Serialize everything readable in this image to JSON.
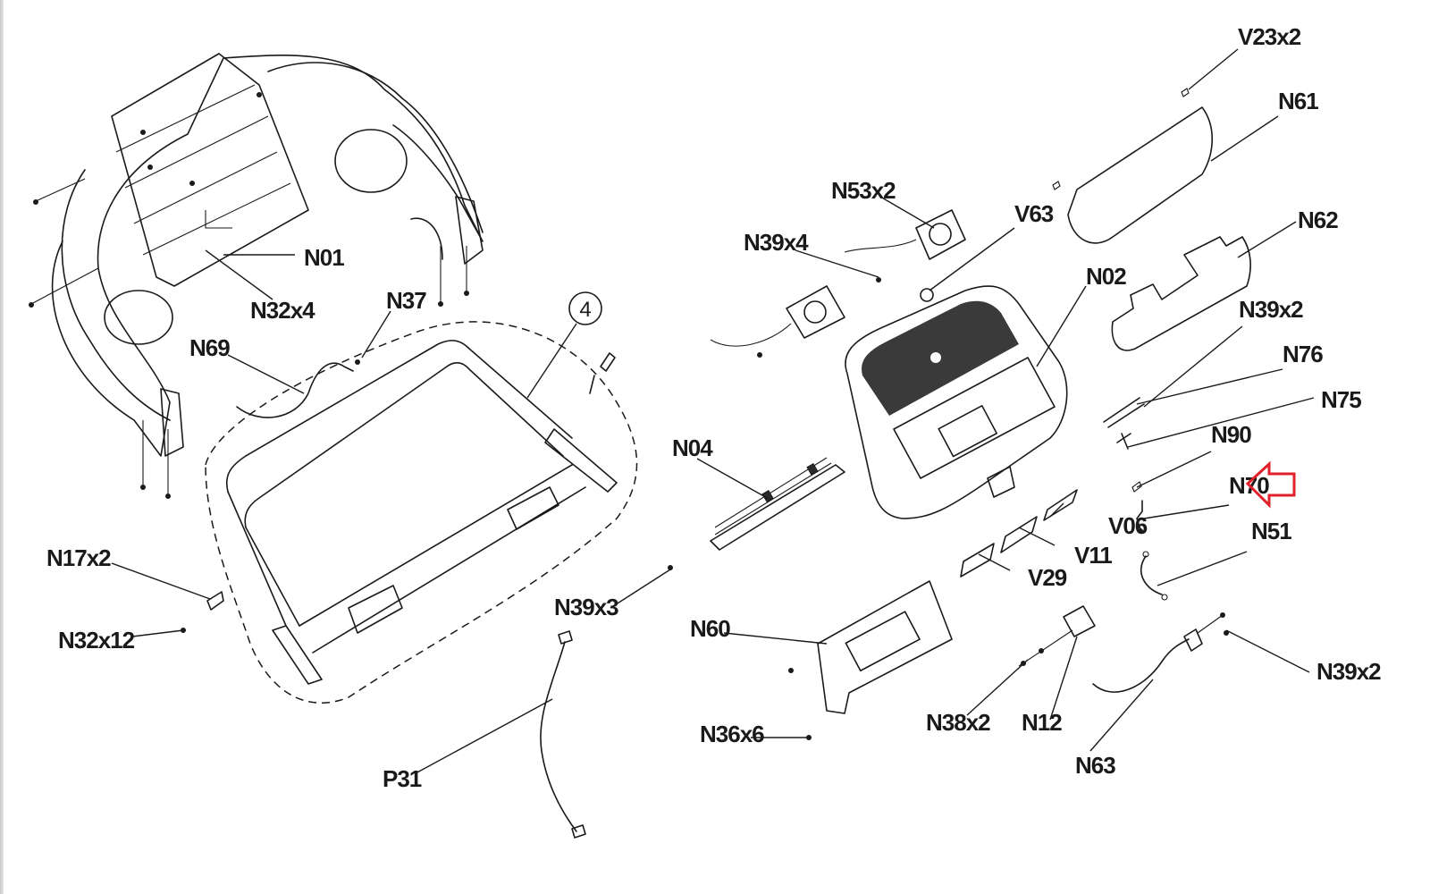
{
  "diagram": {
    "title": "Console assembly exploded parts view",
    "highlighted_part": "N70",
    "highlight_color": "#e0202a",
    "assembly_callout": "4",
    "labels": [
      {
        "id": "V23x2",
        "text": "V23x2"
      },
      {
        "id": "N61",
        "text": "N61"
      },
      {
        "id": "N62",
        "text": "N62"
      },
      {
        "id": "N39x2_top",
        "text": "N39x2"
      },
      {
        "id": "N76",
        "text": "N76"
      },
      {
        "id": "N75",
        "text": "N75"
      },
      {
        "id": "N90",
        "text": "N90"
      },
      {
        "id": "N70",
        "text": "N70"
      },
      {
        "id": "N51",
        "text": "N51"
      },
      {
        "id": "N39x2_bottom",
        "text": "N39x2"
      },
      {
        "id": "N63",
        "text": "N63"
      },
      {
        "id": "N12",
        "text": "N12"
      },
      {
        "id": "N38x2",
        "text": "N38x2"
      },
      {
        "id": "V06",
        "text": "V06"
      },
      {
        "id": "V11",
        "text": "V11"
      },
      {
        "id": "V29",
        "text": "V29"
      },
      {
        "id": "N02",
        "text": "N02"
      },
      {
        "id": "V63",
        "text": "V63"
      },
      {
        "id": "N53x2",
        "text": "N53x2"
      },
      {
        "id": "N39x4",
        "text": "N39x4"
      },
      {
        "id": "N04",
        "text": "N04"
      },
      {
        "id": "N39x3",
        "text": "N39x3"
      },
      {
        "id": "N60",
        "text": "N60"
      },
      {
        "id": "N36x6",
        "text": "N36x6"
      },
      {
        "id": "P31",
        "text": "P31"
      },
      {
        "id": "N01",
        "text": "N01"
      },
      {
        "id": "N32x4",
        "text": "N32x4"
      },
      {
        "id": "N37",
        "text": "N37"
      },
      {
        "id": "N69",
        "text": "N69"
      },
      {
        "id": "N17x2",
        "text": "N17x2"
      },
      {
        "id": "N32x12",
        "text": "N32x12"
      }
    ]
  }
}
